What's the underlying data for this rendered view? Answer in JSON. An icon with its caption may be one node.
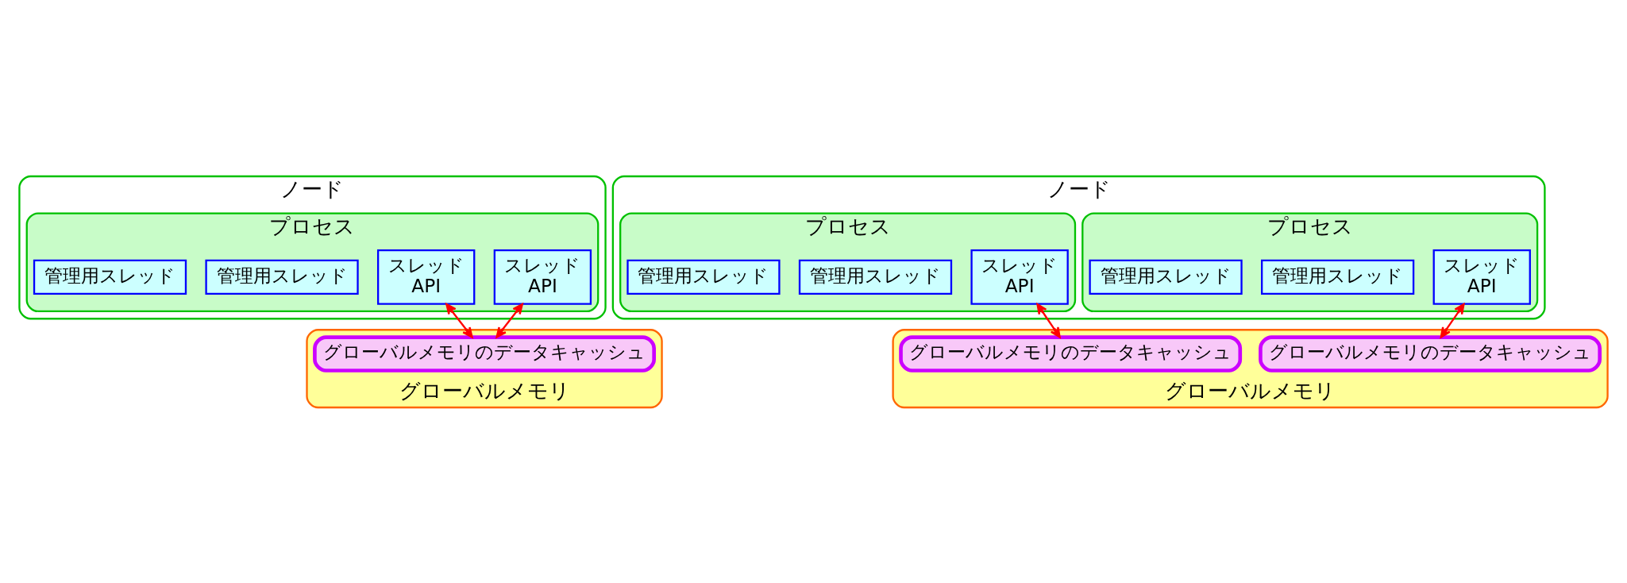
{
  "diagram": {
    "nodes": [
      {
        "text": [
          "ノード"
        ]
      },
      {
        "text": [
          "プロセス"
        ],
        "in": 0
      },
      {
        "text": [
          "スレッド",
          "API"
        ],
        "in": 1
      },
      {
        "text": [
          "スレッド",
          "API"
        ],
        "in": 1
      },
      {
        "text": [
          "管理用スレッド"
        ],
        "in": 1
      },
      {
        "text": [
          "管理用スレッド"
        ],
        "in": 1
      },
      {
        "text": [
          "グローバルメモリ"
        ]
      },
      {
        "text": [
          "グローバルメモリのデータキャッシュ"
        ],
        "in": 6
      },
      {
        "text": [
          "ノード"
        ]
      },
      {
        "text": [
          "プロセス"
        ],
        "in": 8
      },
      {
        "text": [
          "スレッド",
          "API"
        ],
        "in": 9
      },
      {
        "text": [
          "管理用スレッド"
        ],
        "in": 9
      },
      {
        "text": [
          "管理用スレッド"
        ],
        "in": 9
      },
      {
        "text": [
          "プロセス"
        ],
        "in": 8
      },
      {
        "text": [
          "スレッド",
          "API"
        ],
        "in": 13
      },
      {
        "text": [
          "管理用スレッド"
        ],
        "in": 13
      },
      {
        "text": [
          "管理用スレッド"
        ],
        "in": 13
      },
      {
        "text": [
          "グローバルメモリ"
        ]
      },
      {
        "text": [
          "グローバルメモリのデータキャッシュ"
        ],
        "in": 17
      },
      {
        "text": [
          "グローバルメモリのデータキャッシュ"
        ],
        "in": 17
      }
    ],
    "edges": [
      {
        "from": 2,
        "to": 7,
        "arrow": "both"
      },
      {
        "from": 3,
        "to": 7,
        "arrow": "both"
      },
      {
        "from": 10,
        "to": 18,
        "arrow": "both"
      },
      {
        "from": 14,
        "to": 19,
        "arrow": "both"
      }
    ]
  }
}
